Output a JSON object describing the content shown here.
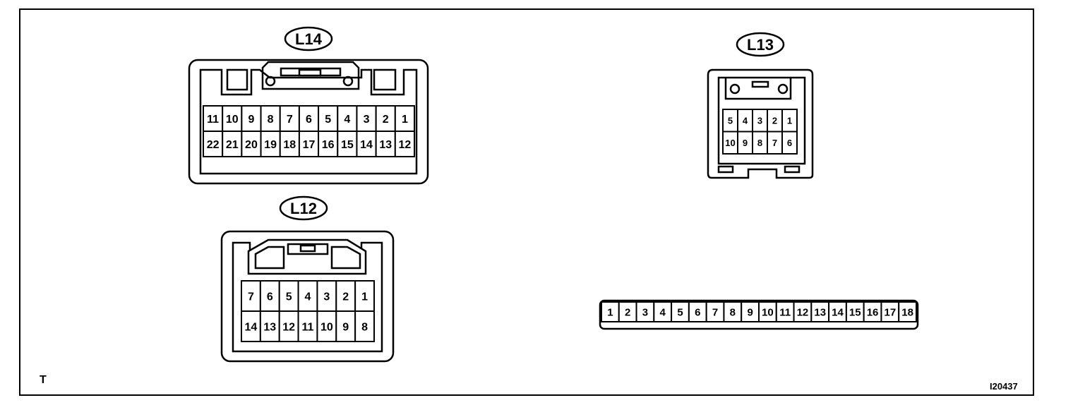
{
  "corner_letter": "T",
  "figure_id": "I20437",
  "connectors": {
    "L14": {
      "label": "L14",
      "rows": [
        [
          "11",
          "10",
          "9",
          "8",
          "7",
          "6",
          "5",
          "4",
          "3",
          "2",
          "1"
        ],
        [
          "22",
          "21",
          "20",
          "19",
          "18",
          "17",
          "16",
          "15",
          "14",
          "13",
          "12"
        ]
      ]
    },
    "L13": {
      "label": "L13",
      "rows": [
        [
          "5",
          "4",
          "3",
          "2",
          "1"
        ],
        [
          "10",
          "9",
          "8",
          "7",
          "6"
        ]
      ]
    },
    "L12": {
      "label": "L12",
      "rows": [
        [
          "7",
          "6",
          "5",
          "4",
          "3",
          "2",
          "1"
        ],
        [
          "14",
          "13",
          "12",
          "11",
          "10",
          "9",
          "8"
        ]
      ]
    },
    "strip": {
      "rows": [
        [
          "1",
          "2",
          "3",
          "4",
          "5",
          "6",
          "7",
          "8",
          "9",
          "10",
          "11",
          "12",
          "13",
          "14",
          "15",
          "16",
          "17",
          "18"
        ]
      ]
    }
  }
}
